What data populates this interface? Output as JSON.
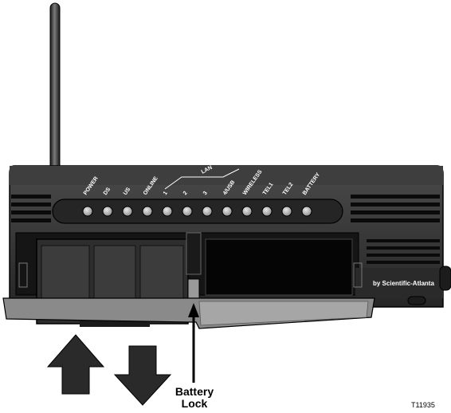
{
  "device": {
    "led_labels": [
      "POWER",
      "DS",
      "US",
      "ONLINE",
      "1",
      "2",
      "3",
      "4/USB",
      "WIRELESS",
      "TEL1",
      "TEL2",
      "BATTERY"
    ],
    "lan_group_label": "LAN",
    "brand": "by Scientific-Atlanta"
  },
  "callout": {
    "line1": "Battery",
    "line2": "Lock"
  },
  "figure_id": "T11935",
  "colors": {
    "body": "#3a3a3a",
    "body_dark": "#1a1a1a",
    "led": "#b8b8b8",
    "tray": "#8a8a8a",
    "arrow": "#2a2a2a"
  }
}
